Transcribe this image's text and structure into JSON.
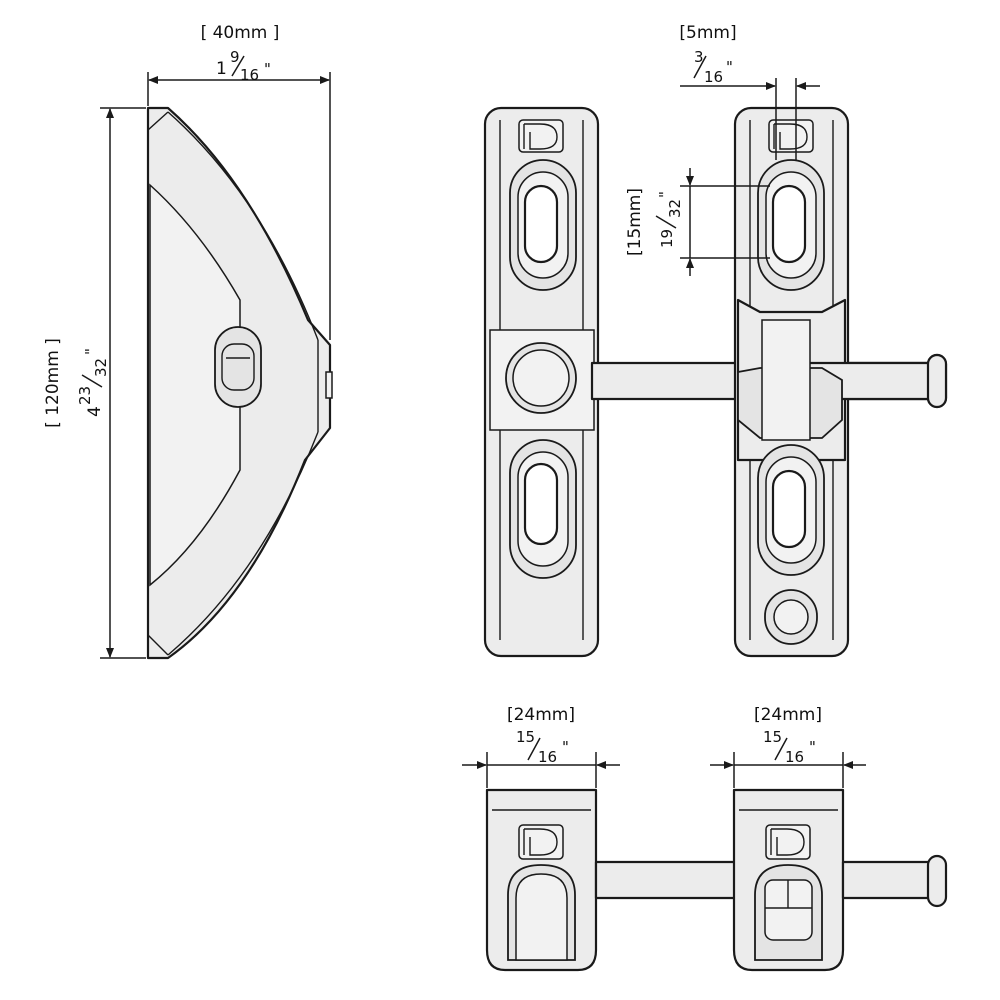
{
  "dimensions": {
    "side_width": {
      "metric": "[ 40mm ]",
      "whole": "1",
      "num": "9",
      "den": "16",
      "unit": "\""
    },
    "side_height": {
      "metric": "[ 120mm ]",
      "whole": "4",
      "num": "23",
      "den": "32",
      "unit": "\""
    },
    "gap_width": {
      "metric": "[5mm]",
      "num": "3",
      "den": "16",
      "unit": "\""
    },
    "slot_length": {
      "metric": "[15mm]",
      "num": "19",
      "den": "32",
      "unit": "\""
    },
    "bottom_left_width": {
      "metric": "[24mm]",
      "num": "15",
      "den": "16",
      "unit": "\""
    },
    "bottom_right_width": {
      "metric": "[24mm]",
      "num": "15",
      "den": "16",
      "unit": "\""
    }
  },
  "logo": {
    "letter": "D"
  }
}
